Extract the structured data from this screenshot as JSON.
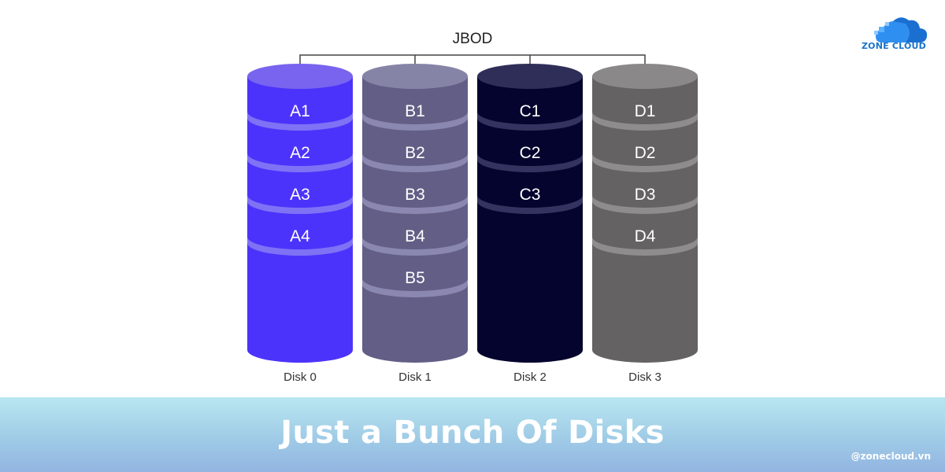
{
  "diagram": {
    "root_label": "JBOD",
    "disks": [
      {
        "name": "Disk 0",
        "blocks": [
          "A1",
          "A2",
          "A3",
          "A4"
        ],
        "body": "#4c33fb",
        "top": "#7864ee",
        "band": "#7f72f5"
      },
      {
        "name": "Disk 1",
        "blocks": [
          "B1",
          "B2",
          "B3",
          "B4",
          "B5"
        ],
        "body": "#625e85",
        "top": "#8684a6",
        "band": "#8a88b0"
      },
      {
        "name": "Disk 2",
        "blocks": [
          "C1",
          "C2",
          "C3"
        ],
        "body": "#05042e",
        "top": "#2f2e58",
        "band": "#34325e"
      },
      {
        "name": "Disk 3",
        "blocks": [
          "D1",
          "D2",
          "D3",
          "D4"
        ],
        "body": "#646262",
        "top": "#8a8888",
        "band": "#8e8c8c"
      }
    ]
  },
  "banner": {
    "title": "Just a Bunch Of Disks",
    "handle": "@zonecloud.vn",
    "color_start": "#b9e7f1",
    "color_end": "#93b5e2"
  },
  "logo": {
    "text": "ZONE CLOUD",
    "color": "#1a73c9"
  }
}
